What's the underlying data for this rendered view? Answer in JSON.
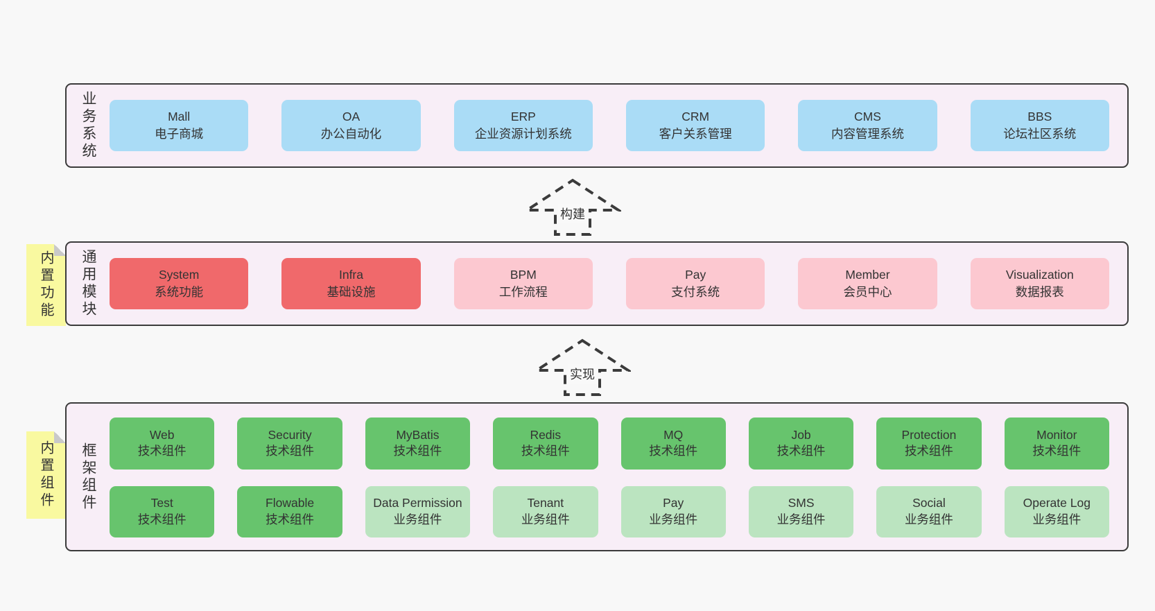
{
  "palette": {
    "page_background": "#f8f8f8",
    "layer_background": "#f8eef7",
    "layer_border": "#3b3b3b",
    "blue_box": "#aadcf6",
    "red_box": "#f0696b",
    "pink_box": "#fcc8d0",
    "green_box": "#67c46d",
    "light_green_box": "#bbe4c0",
    "sticky_note": "#f9f9a0",
    "text": "#333333"
  },
  "arrows": {
    "build": {
      "label": "构建"
    },
    "implement": {
      "label": "实现"
    }
  },
  "stickies": {
    "features": {
      "label": "内置功能"
    },
    "components": {
      "label": "内置组件"
    }
  },
  "layers": {
    "business": {
      "label": "业务系统",
      "boxes": [
        {
          "title": "Mall",
          "subtitle": "电子商城",
          "variant": "blue"
        },
        {
          "title": "OA",
          "subtitle": "办公自动化",
          "variant": "blue"
        },
        {
          "title": "ERP",
          "subtitle": "企业资源计划系统",
          "variant": "blue"
        },
        {
          "title": "CRM",
          "subtitle": "客户关系管理",
          "variant": "blue"
        },
        {
          "title": "CMS",
          "subtitle": "内容管理系统",
          "variant": "blue"
        },
        {
          "title": "BBS",
          "subtitle": "论坛社区系统",
          "variant": "blue"
        }
      ]
    },
    "modules": {
      "label": "通用模块",
      "boxes": [
        {
          "title": "System",
          "subtitle": "系统功能",
          "variant": "red"
        },
        {
          "title": "Infra",
          "subtitle": "基础设施",
          "variant": "red"
        },
        {
          "title": "BPM",
          "subtitle": "工作流程",
          "variant": "pink"
        },
        {
          "title": "Pay",
          "subtitle": "支付系统",
          "variant": "pink"
        },
        {
          "title": "Member",
          "subtitle": "会员中心",
          "variant": "pink"
        },
        {
          "title": "Visualization",
          "subtitle": "数据报表",
          "variant": "pink"
        }
      ]
    },
    "components": {
      "label": "框架组件",
      "boxes": [
        {
          "title": "Web",
          "subtitle": "技术组件",
          "variant": "green"
        },
        {
          "title": "Security",
          "subtitle": "技术组件",
          "variant": "green"
        },
        {
          "title": "MyBatis",
          "subtitle": "技术组件",
          "variant": "green"
        },
        {
          "title": "Redis",
          "subtitle": "技术组件",
          "variant": "green"
        },
        {
          "title": "MQ",
          "subtitle": "技术组件",
          "variant": "green"
        },
        {
          "title": "Job",
          "subtitle": "技术组件",
          "variant": "green"
        },
        {
          "title": "Protection",
          "subtitle": "技术组件",
          "variant": "green"
        },
        {
          "title": "Monitor",
          "subtitle": "技术组件",
          "variant": "green"
        },
        {
          "title": "Test",
          "subtitle": "技术组件",
          "variant": "green"
        },
        {
          "title": "Flowable",
          "subtitle": "技术组件",
          "variant": "green"
        },
        {
          "title": "Data Permission",
          "subtitle": "业务组件",
          "variant": "lightgreen"
        },
        {
          "title": "Tenant",
          "subtitle": "业务组件",
          "variant": "lightgreen"
        },
        {
          "title": "Pay",
          "subtitle": "业务组件",
          "variant": "lightgreen"
        },
        {
          "title": "SMS",
          "subtitle": "业务组件",
          "variant": "lightgreen"
        },
        {
          "title": "Social",
          "subtitle": "业务组件",
          "variant": "lightgreen"
        },
        {
          "title": "Operate Log",
          "subtitle": "业务组件",
          "variant": "lightgreen"
        }
      ]
    }
  }
}
